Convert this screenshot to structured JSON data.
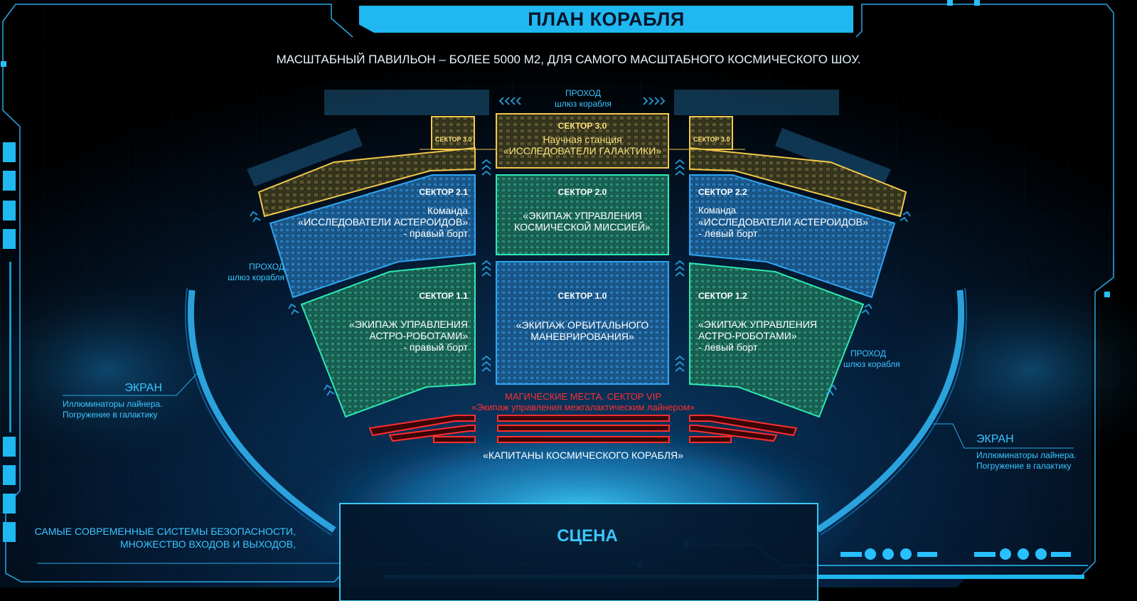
{
  "header": {
    "title": "ПЛАН КОРАБЛЯ",
    "subtitle": "МАСШТАБНЫЙ ПАВИЛЬОН – БОЛЕЕ 5000 М2,  ДЛЯ САМОГО МАСШТАБНОГО КОСМИЧЕСКОГО ШОУ."
  },
  "passages": {
    "top": [
      "ПРОХОД",
      "шлюз корабля"
    ],
    "left": [
      "ПРОХОД",
      "шлюз корабля"
    ],
    "right": [
      "ПРОХОД",
      "шлюз корабля"
    ]
  },
  "sectors": {
    "s30_main": {
      "title": "СЕКТОР 3.0",
      "line1": "Научная станция",
      "line2": "«ИССЛЕДОВАТЕЛИ ГАЛАКТИКИ»"
    },
    "s30_left": {
      "title": "СЕКТОР 3.0"
    },
    "s30_right": {
      "title": "СЕКТОР 3.0"
    },
    "s21": {
      "title": "СЕКТОР 2.1",
      "line1": "Команда",
      "line2": "«ИССЛЕДОВАТЕЛИ АСТЕРОИДОВ»",
      "line3": "- правый борт"
    },
    "s20": {
      "title": "СЕКТОР 2.0",
      "line1": "«ЭКИПАЖ УПРАВЛЕНИЯ",
      "line2": "КОСМИЧЕСКОЙ МИССИЕЙ»"
    },
    "s22": {
      "title": "СЕКТОР 2.2",
      "line1": "Команда",
      "line2": "«ИССЛЕДОВАТЕЛИ АСТЕРОИДОВ»",
      "line3": "- левый борт"
    },
    "s11": {
      "title": "СЕКТОР 1.1",
      "line1": "«ЭКИПАЖ УПРАВЛЕНИЯ",
      "line2": "АСТРО-РОБОТАМИ»",
      "line3": "- правый борт"
    },
    "s10": {
      "title": "СЕКТОР 1.0",
      "line1": "«ЭКИПАЖ ОРБИТАЛЬНОГО",
      "line2": "МАНЕВРИРОВАНИЯ»"
    },
    "s12": {
      "title": "СЕКТОР 1.2",
      "line1": "«ЭКИПАЖ УПРАВЛЕНИЯ",
      "line2": "АСТРО-РОБОТАМИ»",
      "line3": "- левый борт"
    }
  },
  "vip": {
    "line1": "МАГИЧЕСКИЕ МЕСТА. СЕКТОР VIP",
    "line2": "«Экипаж управления межгалактическим лайнером»"
  },
  "captains": "«КАПИТАНЫ КОСМИЧЕСКОГО КОРАБЛЯ»",
  "screen_left": {
    "label": "ЭКРАН",
    "line1": "Иллюминаторы лайнера.",
    "line2": "Погружение в галактику"
  },
  "screen_right": {
    "label": "ЭКРАН",
    "line1": "Иллюминаторы лайнера.",
    "line2": "Погружение в галактику"
  },
  "stage": "СЦЕНА",
  "security": {
    "line1": "САМЫЕ СОВРЕМЕННЫЕ СИСТЕМЫ БЕЗОПАСНОСТИ,",
    "line2": "МНОЖЕСТВО ВХОДОВ И ВЫХОДОВ,"
  },
  "colors": {
    "accent": "#1fb8f0",
    "gold": "#e6c24a",
    "green": "#2ee8b0",
    "blue": "#2f9fe8",
    "vip": "#ff2e2e",
    "background": "#000000"
  }
}
